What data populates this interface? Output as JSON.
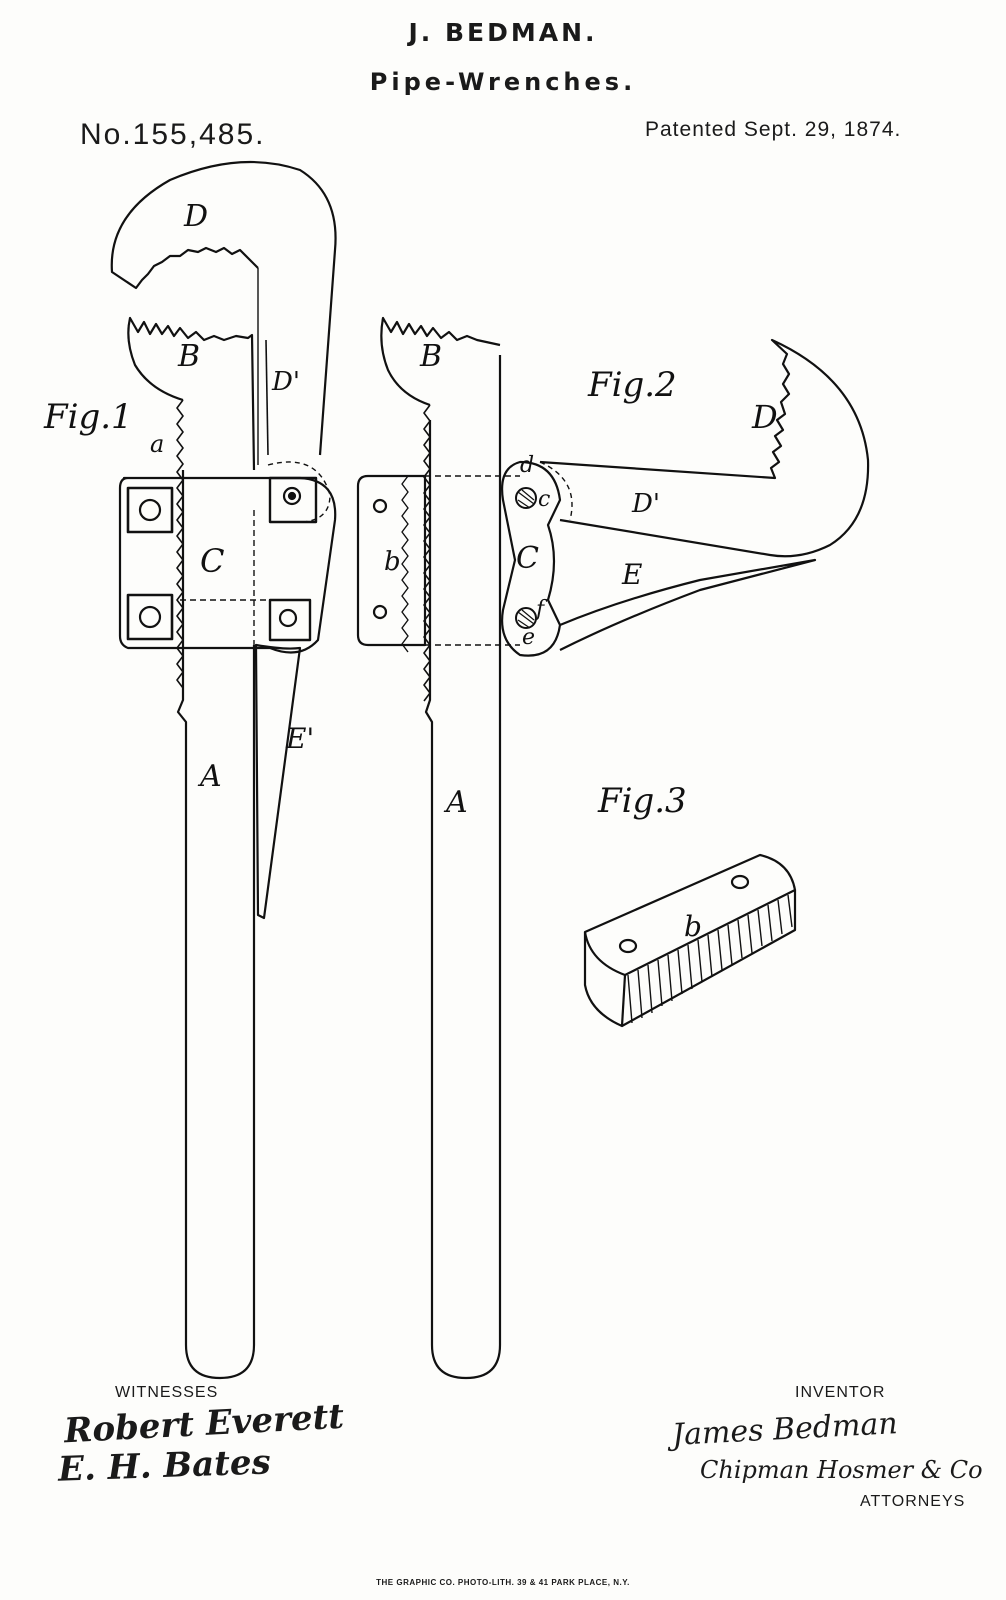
{
  "header": {
    "inventor_name": "J. BEDMAN.",
    "title": "Pipe-Wrenches.",
    "patent_number": "No.155,485.",
    "patent_date": "Patented Sept. 29, 1874."
  },
  "figures": {
    "fig1": {
      "label": "Fig.1",
      "parts": {
        "A": "A",
        "B": "B",
        "C": "C",
        "D": "D",
        "D_prime": "D'",
        "E": "E'",
        "a": "a"
      }
    },
    "fig2": {
      "label": "Fig.2",
      "parts": {
        "A": "A",
        "B": "B",
        "C": "C",
        "D": "D",
        "D_prime": "D'",
        "E": "E",
        "b": "b",
        "c": "c",
        "d": "d",
        "e": "e",
        "f": "f"
      }
    },
    "fig3": {
      "label": "Fig.3",
      "parts": {
        "b": "b"
      }
    }
  },
  "footer": {
    "witnesses_label": "WITNESSES",
    "witness_1": "Robert Everett",
    "witness_2": "E. H. Bates",
    "inventor_label": "INVENTOR",
    "inventor_signature": "James Bedman",
    "attorneys_signature": "Chipman Hosmer & Co",
    "attorneys_label": "ATTORNEYS",
    "printer_credit": "THE GRAPHIC CO. PHOTO-LITH. 39 & 41 PARK PLACE, N.Y."
  },
  "colors": {
    "ink": "#1a1a1a",
    "paper": "#fdfdfb"
  }
}
